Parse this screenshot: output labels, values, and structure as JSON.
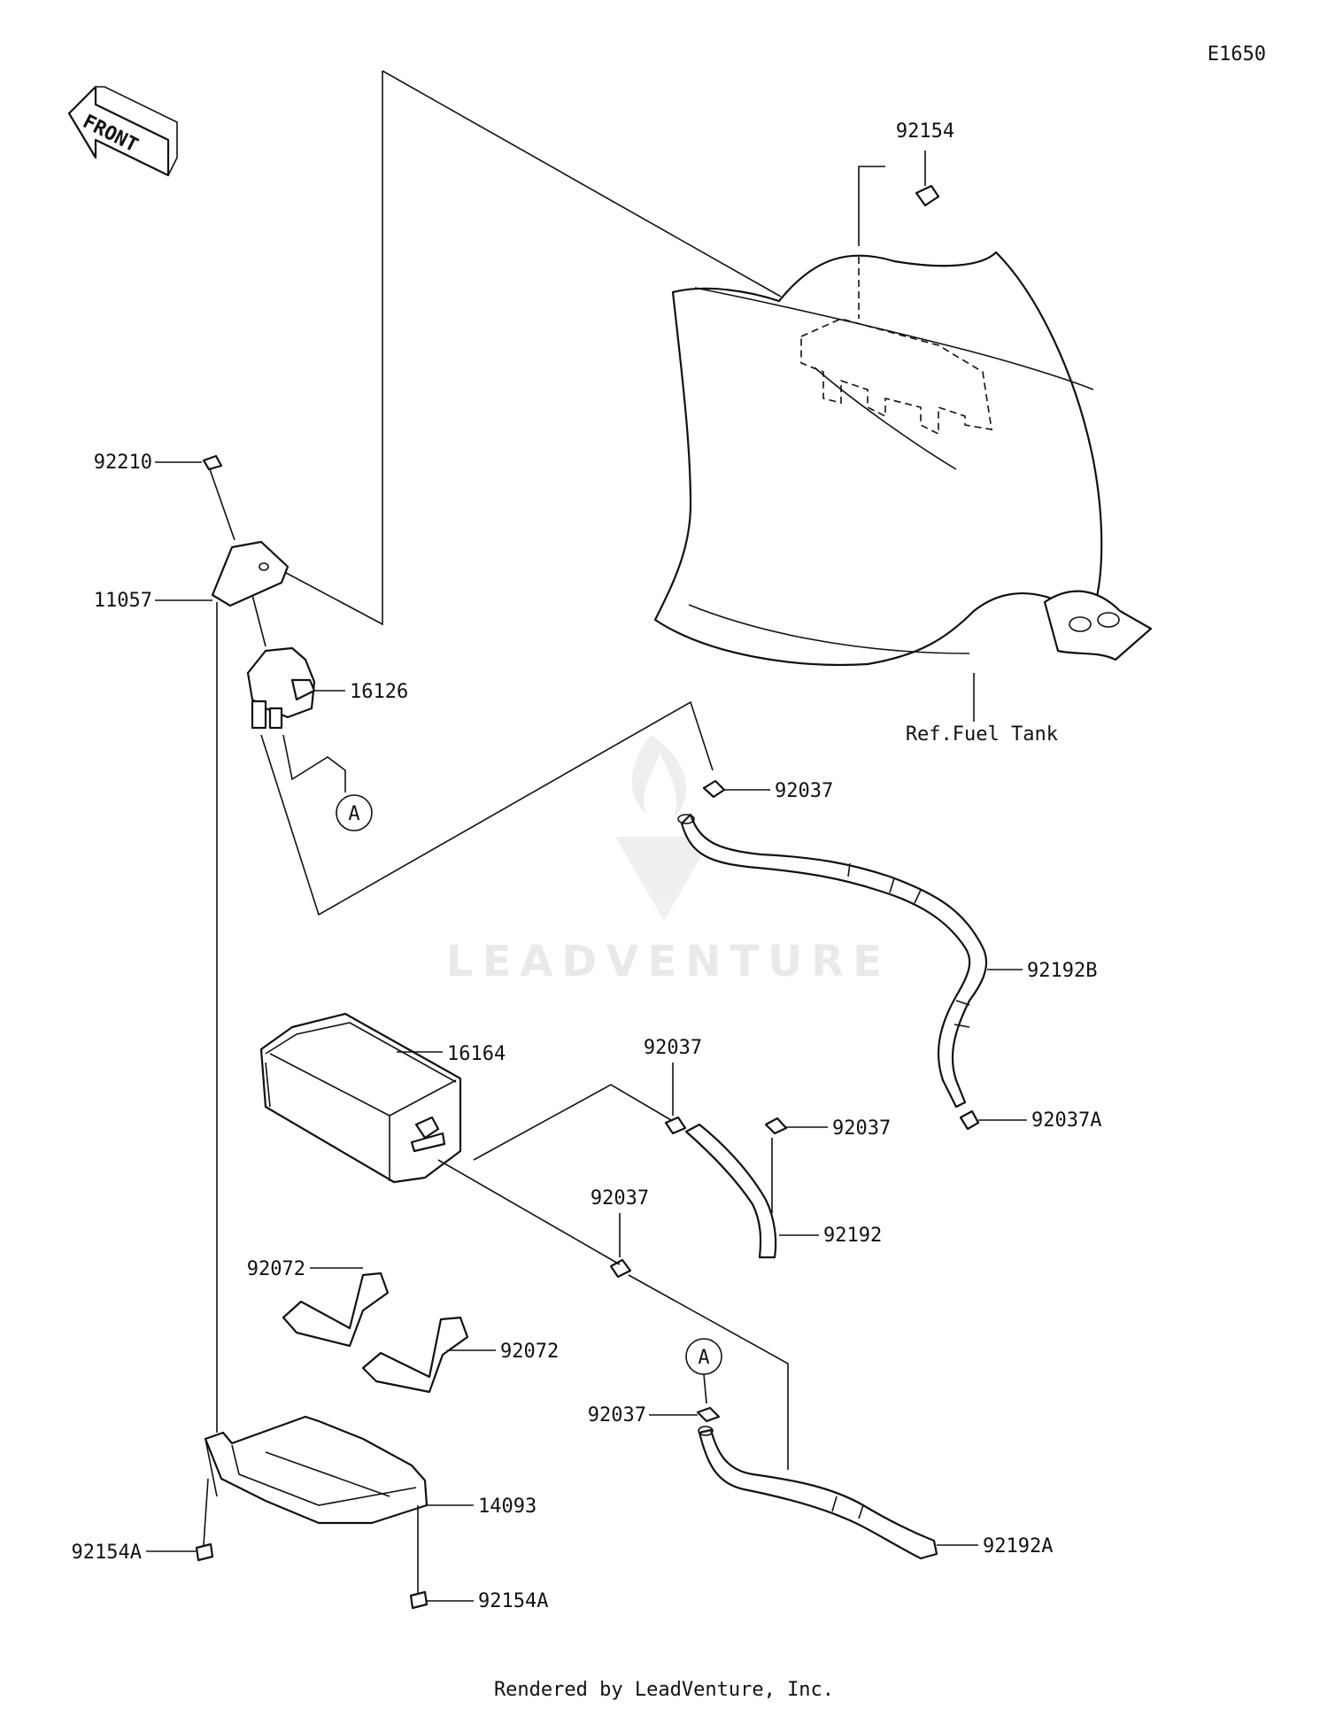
{
  "diagram_code": "E1650",
  "front_arrow_label": "FRONT",
  "callout_a": "A",
  "callout_a2": "A",
  "parts": {
    "p92154": "92154",
    "p92210": "92210",
    "p11057": "11057",
    "p16126": "16126",
    "ref_fuel_tank": "Ref.Fuel Tank",
    "p92037_top": "92037",
    "p92192B": "92192B",
    "p16164": "16164",
    "p92037_mid": "92037",
    "p92037_right": "92037",
    "p92037A": "92037A",
    "p92192": "92192",
    "p92037_low": "92037",
    "p92072_a": "92072",
    "p92072_b": "92072",
    "p92037_bottom": "92037",
    "p14093": "14093",
    "p92154A_left": "92154A",
    "p92192A": "92192A",
    "p92154A_bottom": "92154A"
  },
  "watermark": "LEADVENTURE",
  "footer": "Rendered by LeadVenture, Inc."
}
